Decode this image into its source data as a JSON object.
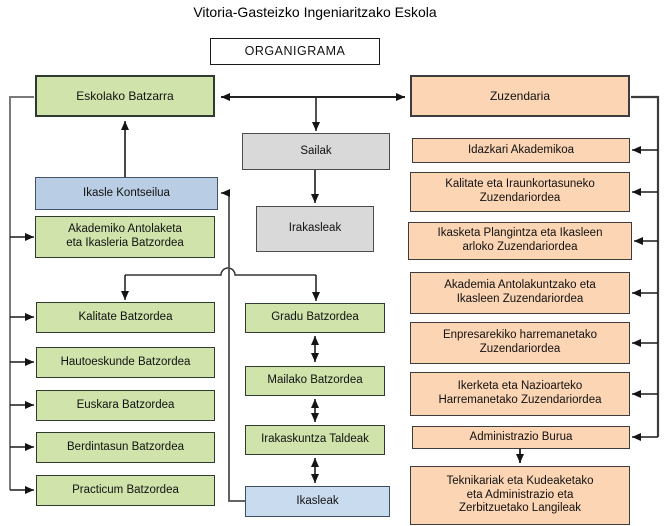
{
  "page": {
    "title": "Vitoria-Gasteizko Ingeniaritzako Eskola",
    "banner": "ORGANIGRAMA"
  },
  "nodes": {
    "eskolako_batzarra": "Eskolako Batzarra",
    "zuzendaria": "Zuzendaria",
    "sailak": "Sailak",
    "irakasleak": "Irakasleak",
    "ikasle_kontseilua": "Ikasle Kontseilua",
    "akademiko_antolaketa": "Akademiko Antolaketa\neta Ikasleria Batzordea",
    "kalitate_batzordea": "Kalitate Batzordea",
    "hautoeskunde_batzordea": "Hautoeskunde Batzordea",
    "euskara_batzordea": "Euskara Batzordea",
    "berdintasun_batzordea": "Berdintasun Batzordea",
    "practicum_batzordea": "Practicum Batzordea",
    "gradu_batzordea": "Gradu Batzordea",
    "mailako_batzordea": "Mailako Batzordea",
    "irakaskuntza_taldeak": "Irakaskuntza Taldeak",
    "ikasleak": "Ikasleak",
    "idazkari_akademikoa": "Idazkari Akademikoa",
    "kalitate_zuzendariordea": "Kalitate eta Iraunkortasuneko\nZuzendariordea",
    "ikasketa_plangintza": "Ikasketa Plangintza eta Ikasleen\narloko Zuzendariordea",
    "akademia_antolakuntza": "Akademia Antolakuntzako eta\nIkasleen Zuzendariordea",
    "enpresarekiko": "Enpresarekiko harremanetako\nZuzendariordea",
    "ikerketa": "Ikerketa eta Nazioarteko\nHarremanetako Zuzendariordea",
    "administrazio_burua": "Administrazio Burua",
    "teknikariak": "Teknikariak eta Kudeaketako\neta Administrazio eta\nZerbitzuetako Langileak"
  },
  "colors": {
    "green_fill": "#cfe3ab",
    "blue_fill": "#b9cde4",
    "light_blue_fill": "#c9dcef",
    "gray_fill": "#d9d9d9",
    "orange_fill": "#fcd5b4",
    "line": "#3c3c3c",
    "trunk_gray": "#7a7a7a"
  }
}
